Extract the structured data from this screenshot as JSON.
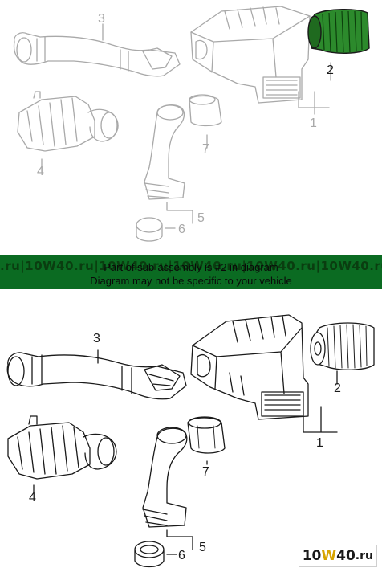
{
  "colors": {
    "line_faded": "#a9a9a9",
    "line_dark": "#1a1a1a",
    "highlight_fill": "#2c8a2c",
    "banner_bg": "#0b6b22",
    "logo_accent": "#d7a400"
  },
  "callouts": {
    "n1": "1",
    "n2": "2",
    "n3": "3",
    "n4": "4",
    "n5": "5",
    "n6": "6",
    "n7": "7"
  },
  "banner": {
    "line1": "Part of sub-assembly is #2 in diagram",
    "line2": "Diagram may not be specific to your vehicle",
    "watermark": ".ru|10W40.ru|10W40.ru|10W40.ru|10W40.ru|10W40.ru|10W40.ru|10W40"
  },
  "logo": {
    "part1": "10",
    "part2": "W",
    "part3": "40",
    "part4": ".ru"
  },
  "parts": [
    {
      "number": "1",
      "name": "air-cleaner-housing"
    },
    {
      "number": "2",
      "name": "air-filter-element",
      "highlighted": true
    },
    {
      "number": "3",
      "name": "intake-duct"
    },
    {
      "number": "4",
      "name": "resonator"
    },
    {
      "number": "5",
      "name": "lower-intake-hose"
    },
    {
      "number": "6",
      "name": "hose-clamp-ring"
    },
    {
      "number": "7",
      "name": "seal-sleeve"
    }
  ]
}
